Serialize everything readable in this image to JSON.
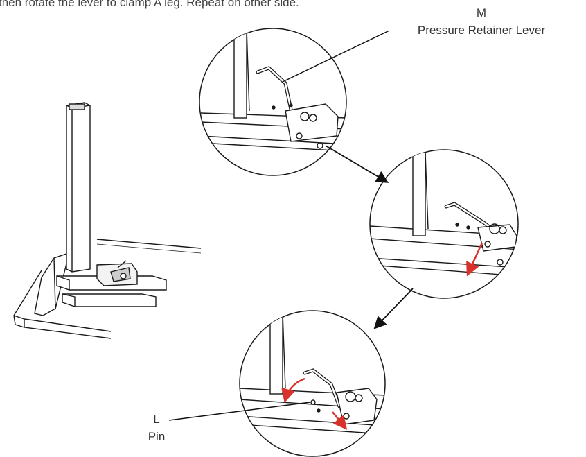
{
  "instruction_text": "then rotate the lever to clamp A leg. Repeat on other side.",
  "callouts": {
    "m": {
      "letter": "M",
      "label": "Pressure Retainer Lever"
    },
    "l": {
      "letter": "L",
      "label": "Pin"
    }
  },
  "colors": {
    "line": "#1a1a1a",
    "arrow_red": "#d9322b",
    "leader": "#111111"
  }
}
